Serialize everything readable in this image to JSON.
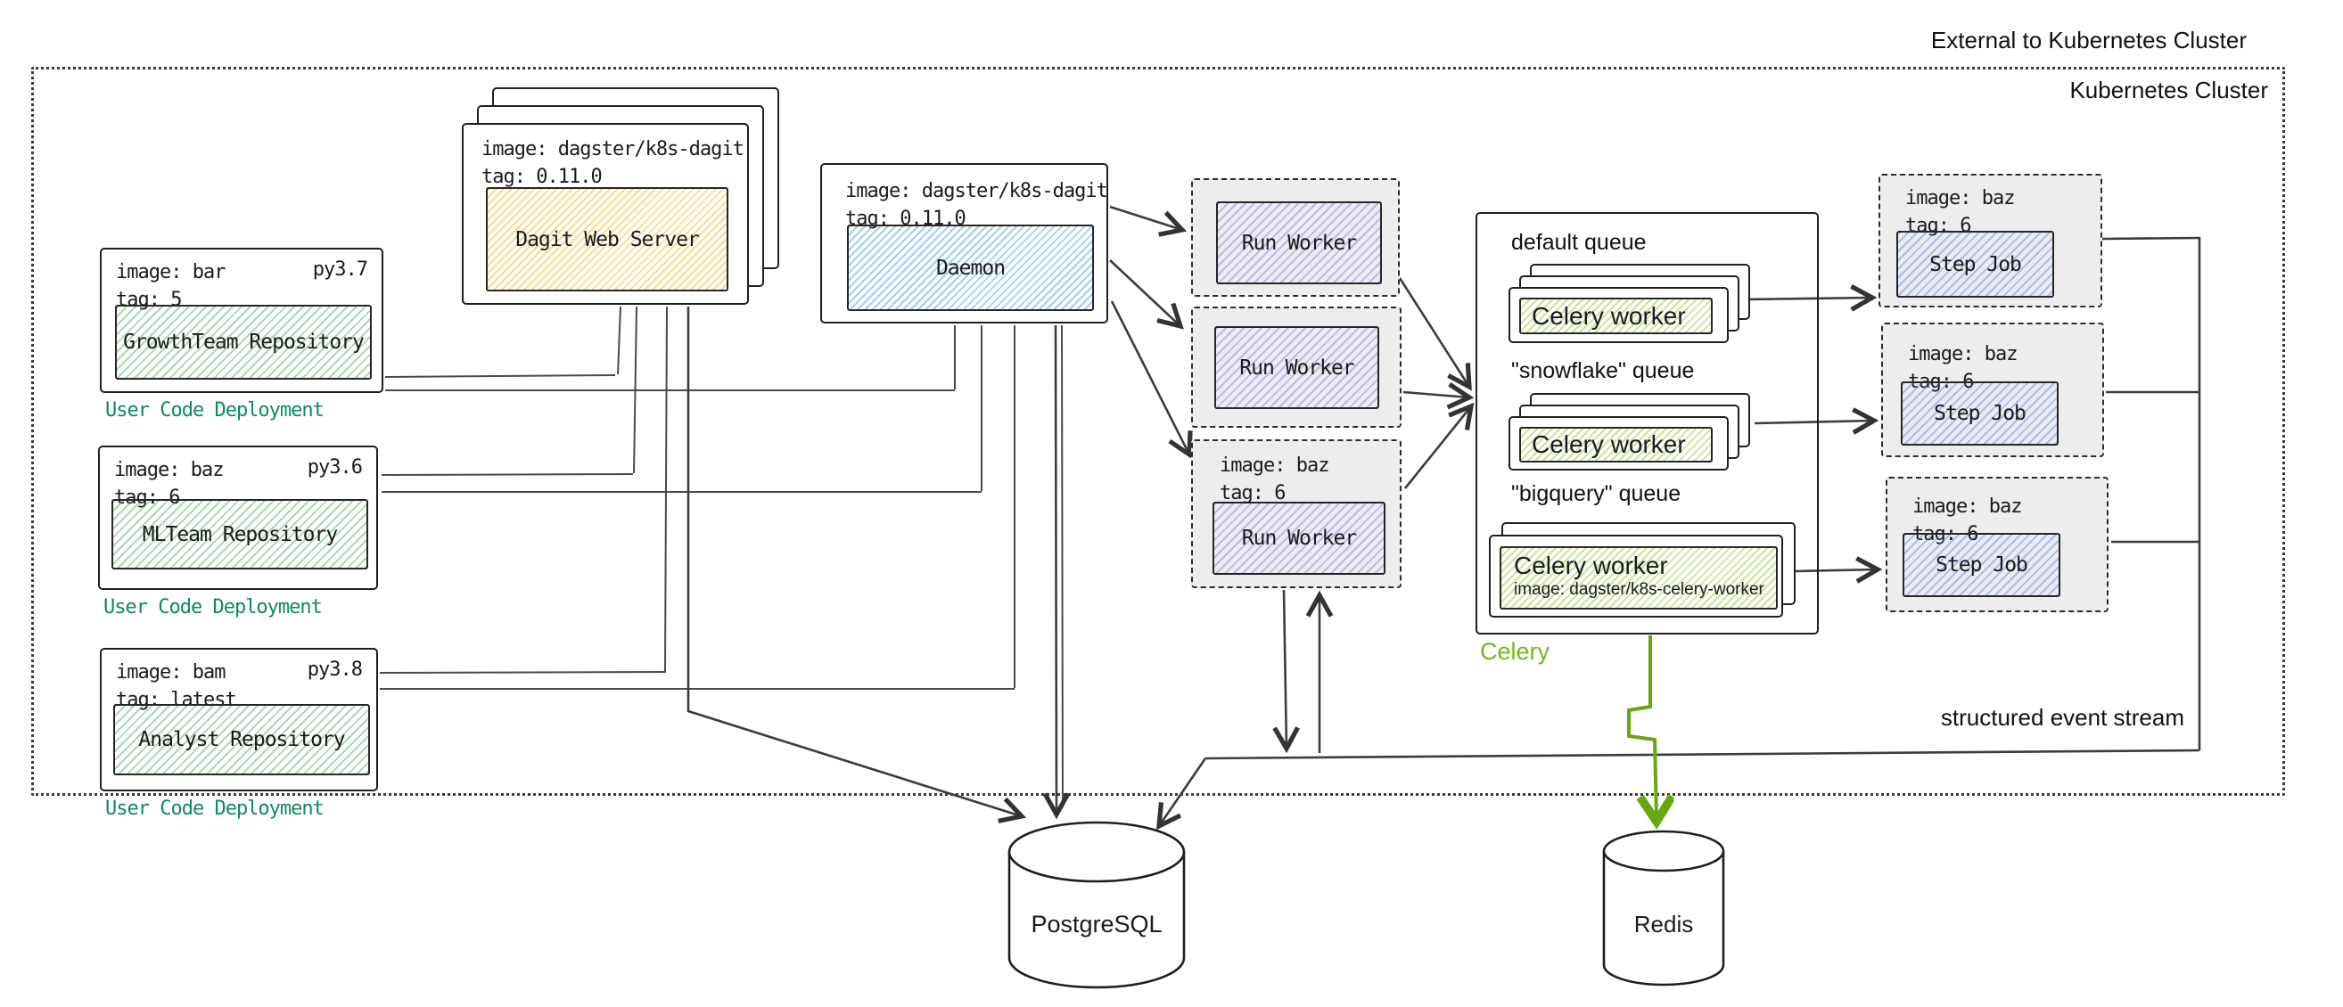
{
  "cluster": {
    "external_label": "External to Kubernetes Cluster",
    "internal_label": "Kubernetes Cluster"
  },
  "deployments": [
    {
      "image": "image: bar",
      "tag": "tag: 5",
      "python": "py3.7",
      "repo": "GrowthTeam Repository",
      "caption": "User Code Deployment"
    },
    {
      "image": "image: baz",
      "tag": "tag: 6",
      "python": "py3.6",
      "repo": "MLTeam Repository",
      "caption": "User Code Deployment"
    },
    {
      "image": "image: bam",
      "tag": "tag: latest",
      "python": "py3.8",
      "repo": "Analyst Repository",
      "caption": "User Code Deployment"
    }
  ],
  "dagit": {
    "image": "image: dagster/k8s-dagit",
    "tag": "tag: 0.11.0",
    "label": "Dagit Web Server"
  },
  "daemon": {
    "image": "image: dagster/k8s-dagit",
    "tag": "tag: 0.11.0",
    "label": "Daemon"
  },
  "run_workers": [
    {
      "label": "Run Worker"
    },
    {
      "label": "Run Worker"
    },
    {
      "label": "Run Worker",
      "image": "image: baz",
      "tag": "tag: 6"
    }
  ],
  "celery": {
    "label": "Celery",
    "queues": [
      {
        "name": "default queue",
        "worker": "Celery worker"
      },
      {
        "name": "\"snowflake\" queue",
        "worker": "Celery worker"
      },
      {
        "name": "\"bigquery\" queue",
        "worker": "Celery worker",
        "worker_image": "image: dagster/k8s-celery-worker"
      }
    ]
  },
  "step_jobs": [
    {
      "image": "image: baz",
      "tag": "tag: 6",
      "label": "Step Job"
    },
    {
      "image": "image: baz",
      "tag": "tag: 6",
      "label": "Step Job"
    },
    {
      "image": "image: baz",
      "tag": "tag: 6",
      "label": "Step Job"
    }
  ],
  "databases": {
    "postgres": "PostgreSQL",
    "redis": "Redis"
  },
  "event_stream_label": "structured event stream",
  "colors": {
    "caption_teal": "#0f8a5f",
    "celery_green": "#74b816",
    "arrow_green": "#66a80f",
    "wire_gray": "#4a4a4a"
  }
}
